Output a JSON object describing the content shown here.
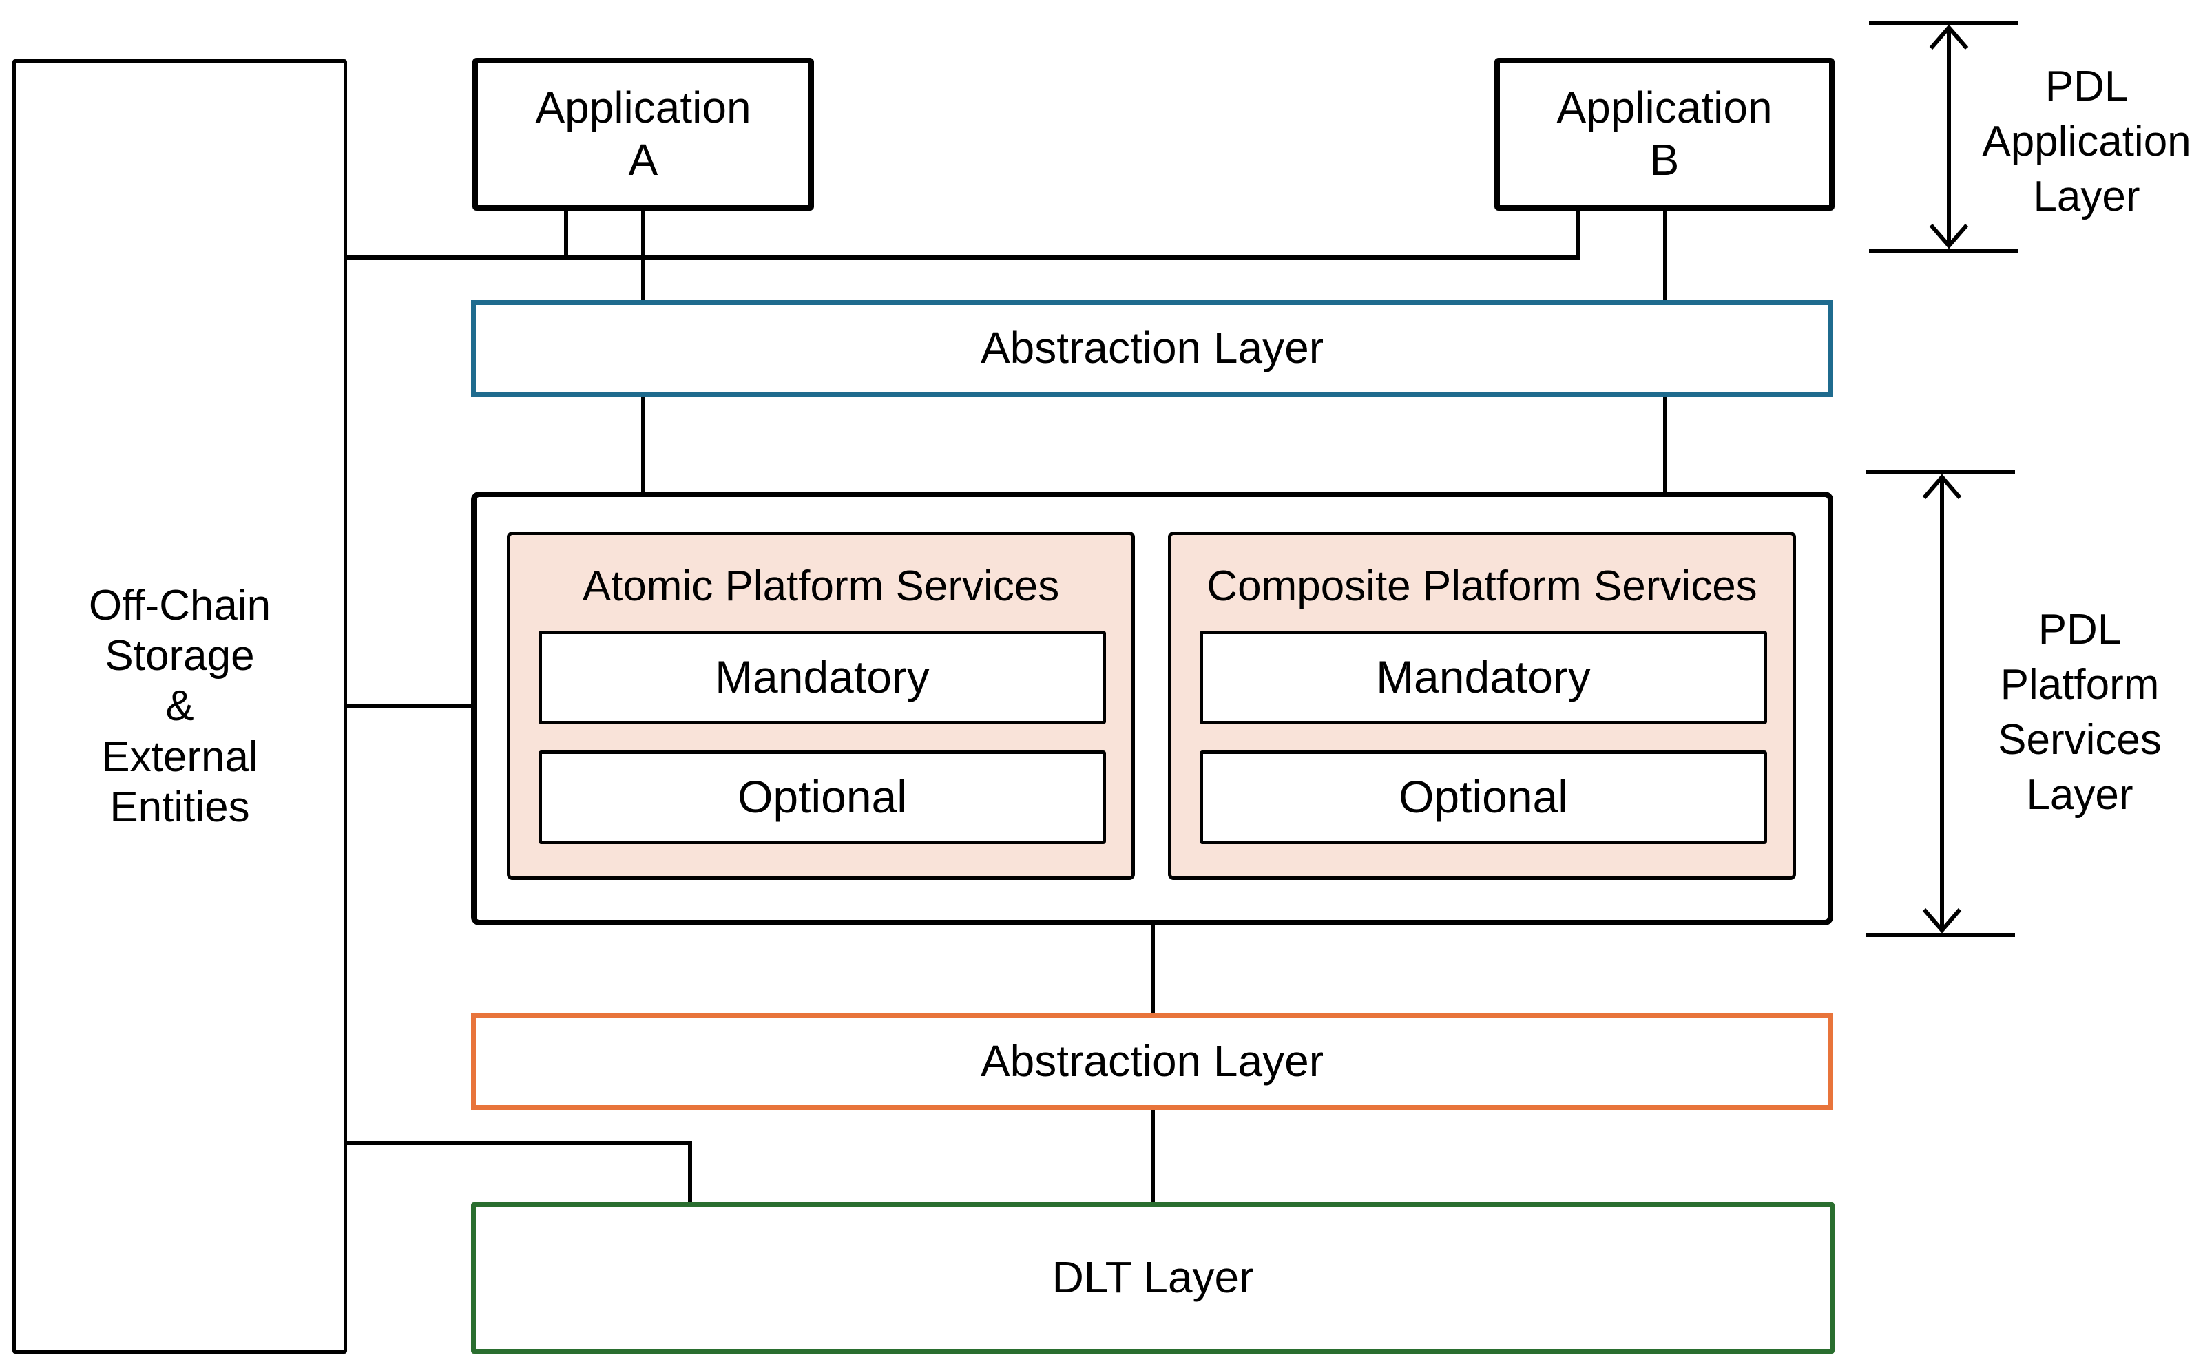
{
  "colors": {
    "line": "#000000",
    "abstraction_upper_border": "#1f6b8e",
    "abstraction_lower_border": "#e8743b",
    "dlt_border": "#2a6e2f",
    "service_group_fill": "#f9e3d9"
  },
  "nodes": {
    "off_chain": "Off-Chain\nStorage\n&\nExternal\nEntities",
    "app_a": "Application\nA",
    "app_b": "Application\nB",
    "abstraction_upper": "Abstraction Layer",
    "atomic_title": "Atomic Platform Services",
    "atomic_mandatory": "Mandatory",
    "atomic_optional": "Optional",
    "composite_title": "Composite Platform Services",
    "composite_mandatory": "Mandatory",
    "composite_optional": "Optional",
    "abstraction_lower": "Abstraction Layer",
    "dlt": "DLT Layer"
  },
  "side_labels": {
    "application_layer": "PDL\nApplication\nLayer",
    "platform_services_layer": "PDL\nPlatform\nServices\nLayer"
  }
}
